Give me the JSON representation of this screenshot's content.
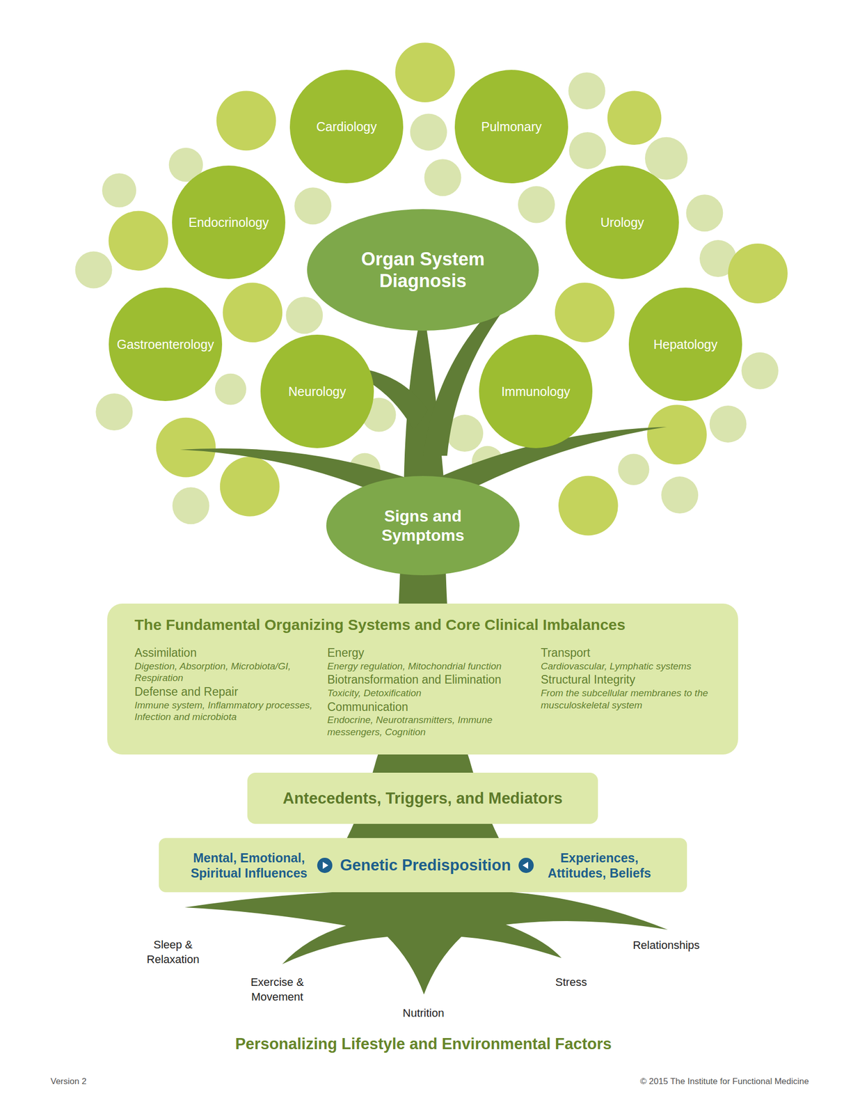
{
  "diagram": {
    "caption": "Personalizing Lifestyle and Environmental Factors",
    "nodes": [
      {
        "text": [
          "Cardiology"
        ]
      },
      {
        "text": [
          "Pulmonary"
        ]
      },
      {
        "text": [
          "Endocrinology"
        ]
      },
      {
        "text": [
          "Urology"
        ]
      },
      {
        "text": [
          "Organ System Diagnosis"
        ]
      },
      {
        "text": [
          "Gastroenterology"
        ]
      },
      {
        "text": [
          "Hepatology"
        ]
      },
      {
        "text": [
          "Neurology"
        ]
      },
      {
        "text": [
          "Immunology"
        ]
      },
      {
        "text": [
          "Signs and Symptoms"
        ]
      },
      {
        "text": [
          "The Fundamental Organizing Systems and Core Clinical Imbalances",
          "Assimilation",
          "Digestion, Absorption, Microbiota/GI, Respiration",
          "Defense and Repair",
          "Immune system, Inflammatory processes, Infection and microbiota",
          "Energy",
          "Energy regulation, Mitochondrial function",
          "Biotransformation and Elimination",
          "Toxicity, Detoxification",
          "Communication",
          "Endocrine, Neurotransmitters, Immune messengers, Cognition",
          "Transport",
          "Cardiovascular, Lymphatic systems",
          "Structural Integrity",
          "From the subcellular membranes to the musculoskeletal system"
        ]
      },
      {
        "text": [
          "Antecedents, Triggers, and Mediators"
        ]
      },
      {
        "text": [
          "Mental, Emotional, Spiritual Influences",
          "Genetic Predisposition",
          "Experiences, Attitudes, Beliefs"
        ]
      }
    ],
    "labels": [
      "Sleep & Relaxation",
      "Exercise & Movement",
      "Nutrition",
      "Stress",
      "Relationships",
      "Version 2",
      "© 2015 The Institute for Functional Medicine"
    ]
  }
}
